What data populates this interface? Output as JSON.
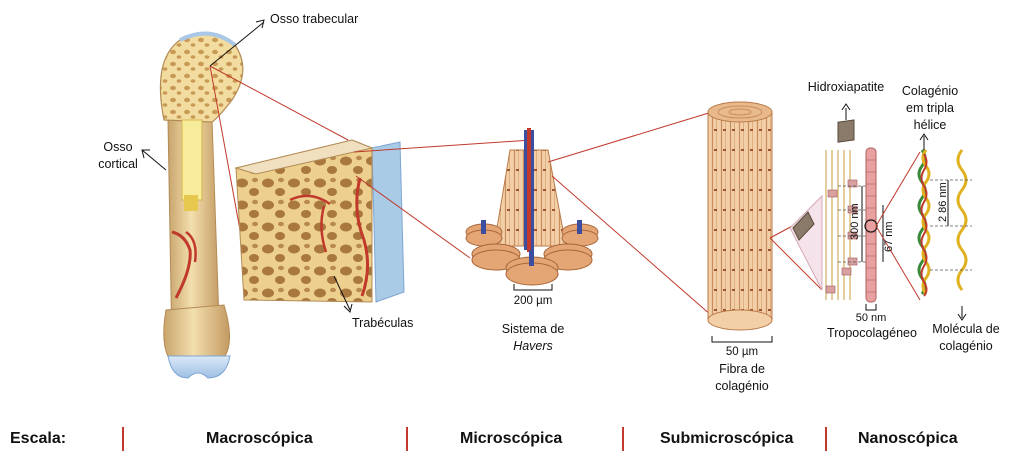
{
  "labels": {
    "trabecular_bone": "Osso trabecular",
    "cortical_bone_line1": "Osso",
    "cortical_bone_line2": "cortical",
    "trabeculae": "Trabéculas",
    "havers_line1": "Sistema de",
    "havers_line2": "Havers",
    "havers_scale": "200 µm",
    "fiber_scale": "50 µm",
    "fiber_line1": "Fibra de",
    "fiber_line2": "colagénio",
    "hydroxyapatite": "Hidroxiapatite",
    "triple_helix_line1": "Colagénio",
    "triple_helix_line2": "em tripla",
    "triple_helix_line3": "hélice",
    "dim_300nm": "300 nm",
    "dim_67nm": "67 nm",
    "dim_286nm": "2 86 nm",
    "dim_50nm": "50 nm",
    "tropocollagen": "Tropocolagéneo",
    "molecule_line1": "Molécula de",
    "molecule_line2": "colagénio"
  },
  "scale_row": {
    "title": "Escala:",
    "levels": [
      "Macroscópica",
      "Microscópica",
      "Submicroscópica",
      "Nanoscópica"
    ],
    "separator_color": "#c0392b"
  },
  "colors": {
    "bone": "#efd9a0",
    "bone_shadow": "#c9a66b",
    "marrow": "#f6eab8",
    "vessel": "#c0392b",
    "cartilage": "#b8d4ee",
    "zoom_line": "#c0392b",
    "collagen": "#e8b98a",
    "helix_green": "#3a8a3a",
    "helix_yellow": "#e0b020",
    "helix_red": "#c0392b"
  }
}
